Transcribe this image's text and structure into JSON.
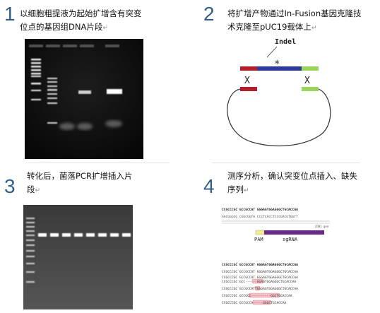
{
  "steps": [
    {
      "number": "1",
      "text_line1": "以细胞粗提液为起始扩增含有突变",
      "text_line2": "位点的基因组DNA片段"
    },
    {
      "number": "2",
      "text_line1": "将扩增产物通过In-Fusion基因克隆技",
      "text_line2": "术克隆至pUC19载体上"
    },
    {
      "number": "3",
      "text_line1": "转化后，菌落PCR扩增插入片",
      "text_line2": "段"
    },
    {
      "number": "4",
      "text_line1": "测序分析，确认突变位点插入、缺失",
      "text_line2": "序列"
    }
  ],
  "return_mark": "↵",
  "vector": {
    "indel_label": "Indel",
    "asterisk": "*",
    "cross_left": "X",
    "cross_right": "X",
    "colors": {
      "insert": "#2e3a9a",
      "arm_left": "#b01e2a",
      "arm_right": "#9bd45a"
    }
  },
  "sequencing": {
    "ref_top": "CCGCCCGC  GCCGCCAT GGGAGTGGAGGGCTGCACCAA",
    "ref_bottom": "GGCGGGCG CGGCGGTA CCCTCACCTCCCGACGTGGTT",
    "gene_label": "CD81 gen",
    "pam_label": "PAM",
    "sgrna_label": "sgRNA",
    "pam_color": "#f3ec8a",
    "sgrna_color": "#6a2a8a",
    "aligned_header": "CCGCCCGC  GCCGCCAT GGGAGTGGAGGGCTGCACCAA",
    "aligned_rows": [
      "CCGCCCGC  GCCGCCAT GGGAGTGGAGGGCTGCACCAA",
      "CCGCCCGC  GCCGCCAT GGGAGTGGAGGGCTGCACCAA",
      "CCGCCCGC  GCC------GGAGTGGAGGGCTGCACCAA",
      "CCGCCCGC  GCCGCCATTGGGAGTGGAGGGCTGCACCAA",
      "CCGCCCGC  GCCGCC----------GGCTGCACCAA",
      "CCGCCCGC  GCCGCCA-----GGGCTGCACCAA"
    ]
  }
}
